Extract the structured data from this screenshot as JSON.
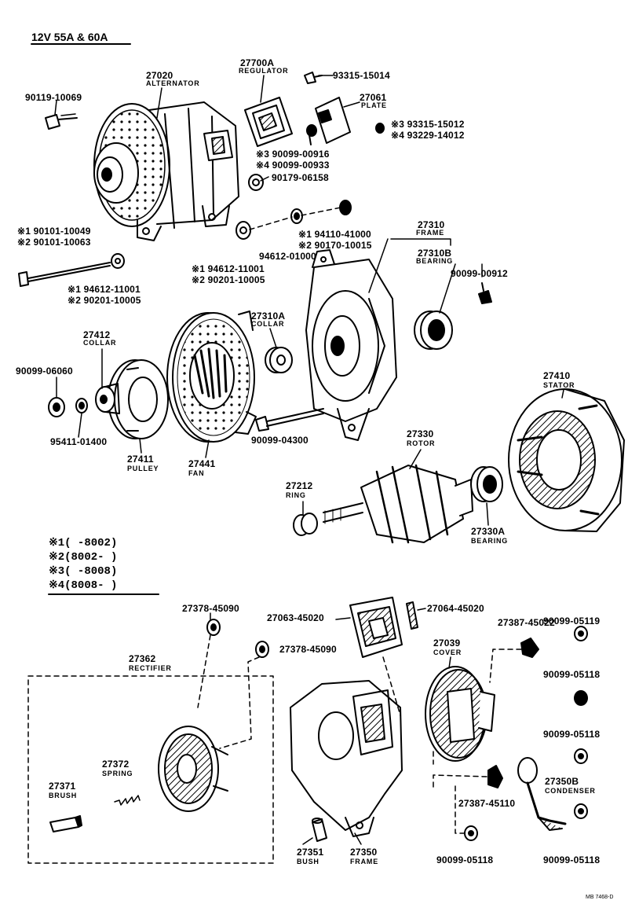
{
  "title": "12V 55A & 60A",
  "parts": {
    "p27020": {
      "number": "27020",
      "name": "ALTERNATOR"
    },
    "p27700A": {
      "number": "27700A",
      "name": "REGULATOR"
    },
    "p27061": {
      "number": "27061",
      "name": "PLATE"
    },
    "p27310": {
      "number": "27310",
      "name": "FRAME"
    },
    "p27310B": {
      "number": "27310B",
      "name": "BEARING"
    },
    "p27310A": {
      "number": "27310A",
      "name": "COLLAR"
    },
    "p27412": {
      "number": "27412",
      "name": "COLLAR"
    },
    "p27411": {
      "number": "27411",
      "name": "PULLEY"
    },
    "p27441": {
      "number": "27441",
      "name": "FAN"
    },
    "p27410": {
      "number": "27410",
      "name": "STATOR"
    },
    "p27330": {
      "number": "27330",
      "name": "ROTOR"
    },
    "p27212": {
      "number": "27212",
      "name": "RING"
    },
    "p27330A": {
      "number": "27330A",
      "name": "BEARING"
    },
    "p27039": {
      "number": "27039",
      "name": "COVER"
    },
    "p27362": {
      "number": "27362",
      "name": "RECTIFIER"
    },
    "p27372": {
      "number": "27372",
      "name": "SPRING"
    },
    "p27371": {
      "number": "27371",
      "name": "BRUSH"
    },
    "p27351": {
      "number": "27351",
      "name": "BUSH"
    },
    "p27350": {
      "number": "27350",
      "name": "FRAME"
    },
    "p27350B": {
      "number": "27350B",
      "name": "CONDENSER"
    }
  },
  "hardware": {
    "h93315_15014": "93315-15014",
    "h90119_10069": "90119-10069",
    "h93315_15012": "※3 93315-15012",
    "h93229_14012": "※4 93229-14012",
    "h90099_00916": "※3 90099-00916",
    "h90099_00933": "※4 90099-00933",
    "h90179_06158": "90179-06158",
    "h90101_10049": "※1 90101-10049",
    "h90101_10063": "※2 90101-10063",
    "h94110_41000": "※1 94110-41000",
    "h90170_10015": "※2 90170-10015",
    "h94612_01000": "94612-01000",
    "h94612_11001a": "※1 94612-11001",
    "h90201_10005a": "※2 90201-10005",
    "h94612_11001b": "※1 94612-11001",
    "h90201_10005b": "※2 90201-10005",
    "h90099_00912": "90099-00912",
    "h90099_06060": "90099-06060",
    "h95411_01400": "95411-01400",
    "h90099_04300": "90099-04300",
    "h27378_45090a": "27378-45090",
    "h27378_45090b": "27378-45090",
    "h27063_45020": "27063-45020",
    "h27064_45020": "27064-45020",
    "h90099_05119": "90099-05119",
    "h27387_45022": "27387-45022",
    "h90099_05118a": "90099-05118",
    "h90099_05118b": "90099-05118",
    "h27387_45110": "27387-45110",
    "h90099_05118c": "90099-05118",
    "h90099_05118d": "90099-05118"
  },
  "notes": [
    "※1(      -8002)",
    "※2(8002-      )",
    "※3(      -8008)",
    "※4(8008-      )"
  ],
  "footer_code": "MB 7468-D"
}
